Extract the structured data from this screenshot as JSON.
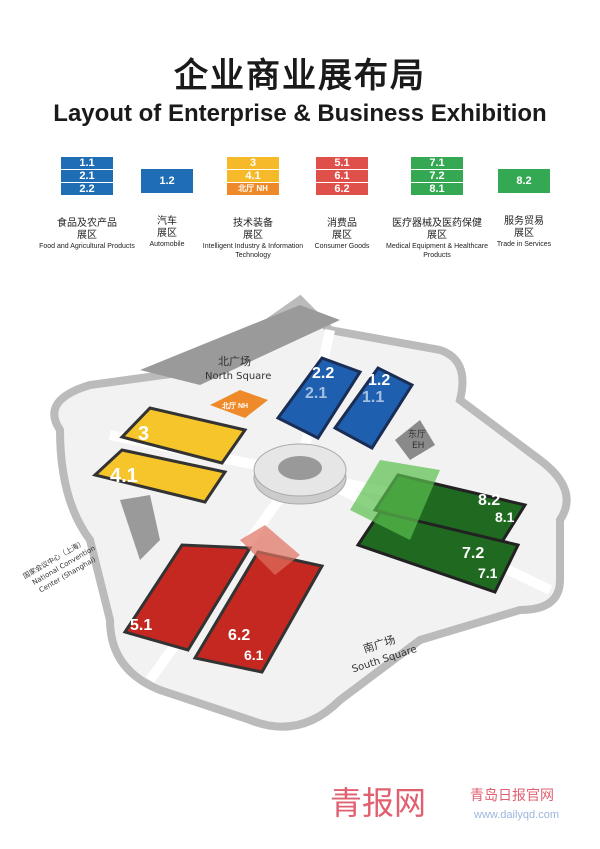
{
  "title_cn": "企业商业展布局",
  "title_en": "Layout of Enterprise & Business Exhibition",
  "legend": [
    {
      "halls": [
        "1.1",
        "2.1",
        "2.2"
      ],
      "color": "#1f6db5",
      "cn1": "食品及农产品",
      "cn2": "展区",
      "en": "Food and Agricultural Products"
    },
    {
      "halls": [
        "1.2"
      ],
      "color": "#1f6db5",
      "cn1": "汽车",
      "cn2": "展区",
      "en": "Automobile"
    },
    {
      "halls": [
        "3",
        "4.1",
        "北厅 NH"
      ],
      "color": "#f5b92a",
      "nh_color": "#ef8a2a",
      "cn1": "技术装备",
      "cn2": "展区",
      "en": "Intelligent Industry & Information Technology"
    },
    {
      "halls": [
        "5.1",
        "6.1",
        "6.2"
      ],
      "color": "#e0504a",
      "cn1": "消费品",
      "cn2": "展区",
      "en": "Consumer Goods"
    },
    {
      "halls": [
        "7.1",
        "7.2",
        "8.1"
      ],
      "color": "#34a853",
      "cn1": "医疗器械及医药保健",
      "cn2": "展区",
      "en": "Medical Equipment & Healthcare Products"
    },
    {
      "halls": [
        "8.2"
      ],
      "color": "#34a853",
      "cn1": "服务贸易",
      "cn2": "展区",
      "en": "Trade in Services"
    }
  ],
  "map": {
    "north_cn": "北广场",
    "north_en": "North Square",
    "east_cn": "东厅",
    "east_en": "EH",
    "south_cn": "南广场",
    "south_en": "South Square",
    "ncc_cn": "国家会议中心（上海）",
    "ncc_en1": "National Convention",
    "ncc_en2": "Center (Shanghai)",
    "nh_label": "北厅 NH",
    "halls": {
      "h3": "3",
      "h4": "4.1",
      "h21": "2.1",
      "h22": "2.2",
      "h11": "1.1",
      "h12": "1.2",
      "h81": "8.1",
      "h82": "8.2",
      "h71": "7.1",
      "h72": "7.2",
      "h51": "5.1",
      "h61": "6.1",
      "h62": "6.2"
    }
  },
  "watermark": {
    "cn": "青报网",
    "cn2": "青岛日报官网",
    "url": "www.dailyqd.com"
  }
}
